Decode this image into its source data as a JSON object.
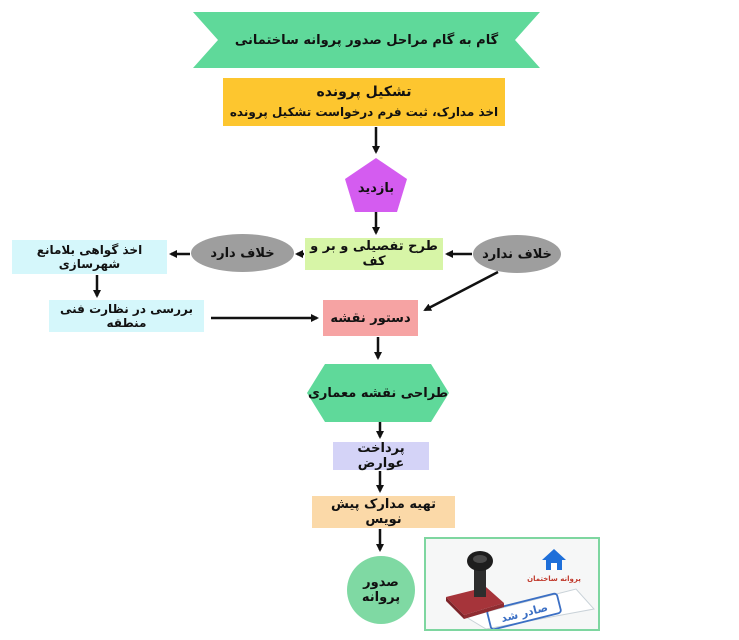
{
  "title": "گام به گام مراحل صدور پروانه ساختمانی",
  "steps": {
    "file_title": "تشکیل پرونده",
    "file_sub": "اخذ مدارک، ثبت فرم درخواست تشکیل پرونده",
    "visit": "بازدید",
    "plan": "طرح تفصیلی و بر و کف",
    "violation_yes": "خلاف دارد",
    "violation_no": "خلاف ندارد",
    "certificate": "اخذ گواهی بلامانع شهرسازی",
    "review": "بررسی در نظارت فنی منطقه",
    "map_order": "دستور نقشه",
    "architecture": "طراحی نقشه معماری",
    "fees": "پرداخت عوارض",
    "docs": "تهیه مدارک پیش نویس",
    "permit": "صدور پروانه"
  },
  "image": {
    "logo_text": "پروانه ساختمان",
    "stamp_text": "صادر شد"
  },
  "colors": {
    "banner": "#5fd99a",
    "file": "#fdc62f",
    "visit": "#d45cf0",
    "plan": "#d7f5a7",
    "oval": "#9e9e9e",
    "cyan_box": "#d5f7fb",
    "map_order": "#f6a3a3",
    "architecture": "#5fd99a",
    "fees": "#d4d3f7",
    "docs": "#fbd9a8",
    "permit": "#7fd9a3",
    "photo_border": "#7ed6a0"
  }
}
